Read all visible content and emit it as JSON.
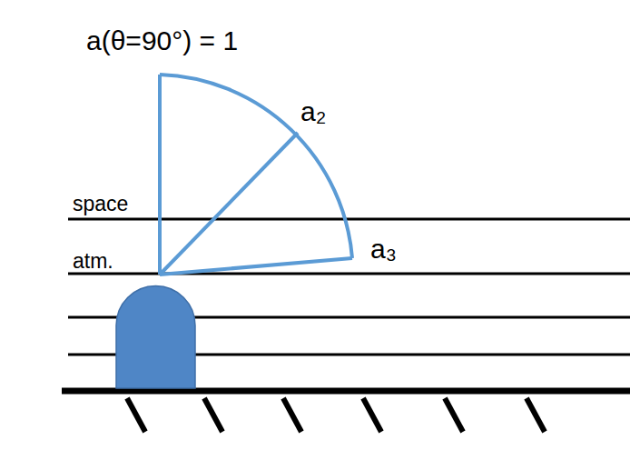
{
  "diagram": {
    "labels": [
      "a(θ=90°) = 1",
      "a₂",
      "a₃",
      "space",
      "atm."
    ]
  }
}
